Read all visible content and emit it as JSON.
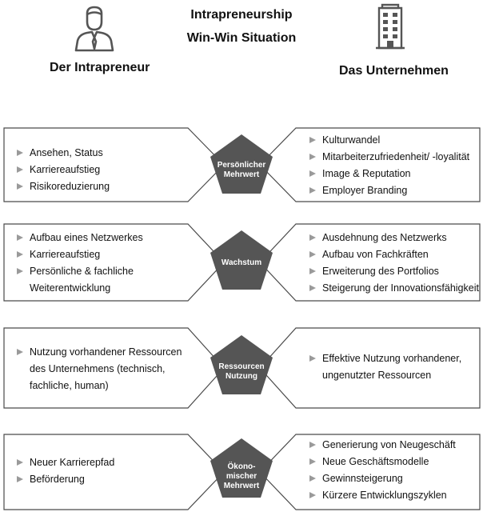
{
  "header": {
    "title_line1": "Intrapreneurship",
    "title_line2": "Win-Win Situation",
    "left_title": "Der Intrapreneur",
    "right_title": "Das Unternehmen",
    "left_icon": "person-icon",
    "right_icon": "building-icon"
  },
  "rows": [
    {
      "center_line1": "Persönlicher",
      "center_line2": "Mehrwert",
      "left_items": [
        "Ansehen, Status",
        "Karriereaufstieg",
        "Risikoreduzierung"
      ],
      "right_items": [
        "Kulturwandel",
        "Mitarbeiterzufriedenheit/ -loyalität",
        "Image & Reputation",
        "Employer Branding"
      ]
    },
    {
      "center_line1": "Wachstum",
      "center_line2": "",
      "left_items": [
        "Aufbau eines Netzwerkes",
        "Karriereaufstieg",
        "Persönliche & fachliche",
        "Weiterentwicklung"
      ],
      "right_items": [
        "Ausdehnung des Netzwerks",
        "Aufbau von Fachkräften",
        "Erweiterung des Portfolios",
        "Steigerung der Innovationsfähigkeit"
      ]
    },
    {
      "center_line1": "Ressourcen",
      "center_line2": "Nutzung",
      "left_items": [
        "Nutzung vorhandener Ressourcen",
        "des Unternehmens (technisch,",
        "fachliche, human)"
      ],
      "right_items": [
        "Effektive Nutzung vorhandener,",
        "ungenutzter Ressourcen"
      ]
    },
    {
      "center_line1": "Ökono-",
      "center_line2": "mischer",
      "center_line3": "Mehrwert",
      "left_items": [
        "Neuer Karrierepfad",
        "Beförderung"
      ],
      "right_items": [
        "Generierung von Neugeschäft",
        "Neue Geschäftsmodelle",
        "Gewinnsteigerung",
        "Kürzere Entwicklungszyklen"
      ]
    }
  ],
  "colors": {
    "pentagon": "#555555",
    "outline": "#4a4a4a",
    "bullet": "#9a9a9a"
  }
}
